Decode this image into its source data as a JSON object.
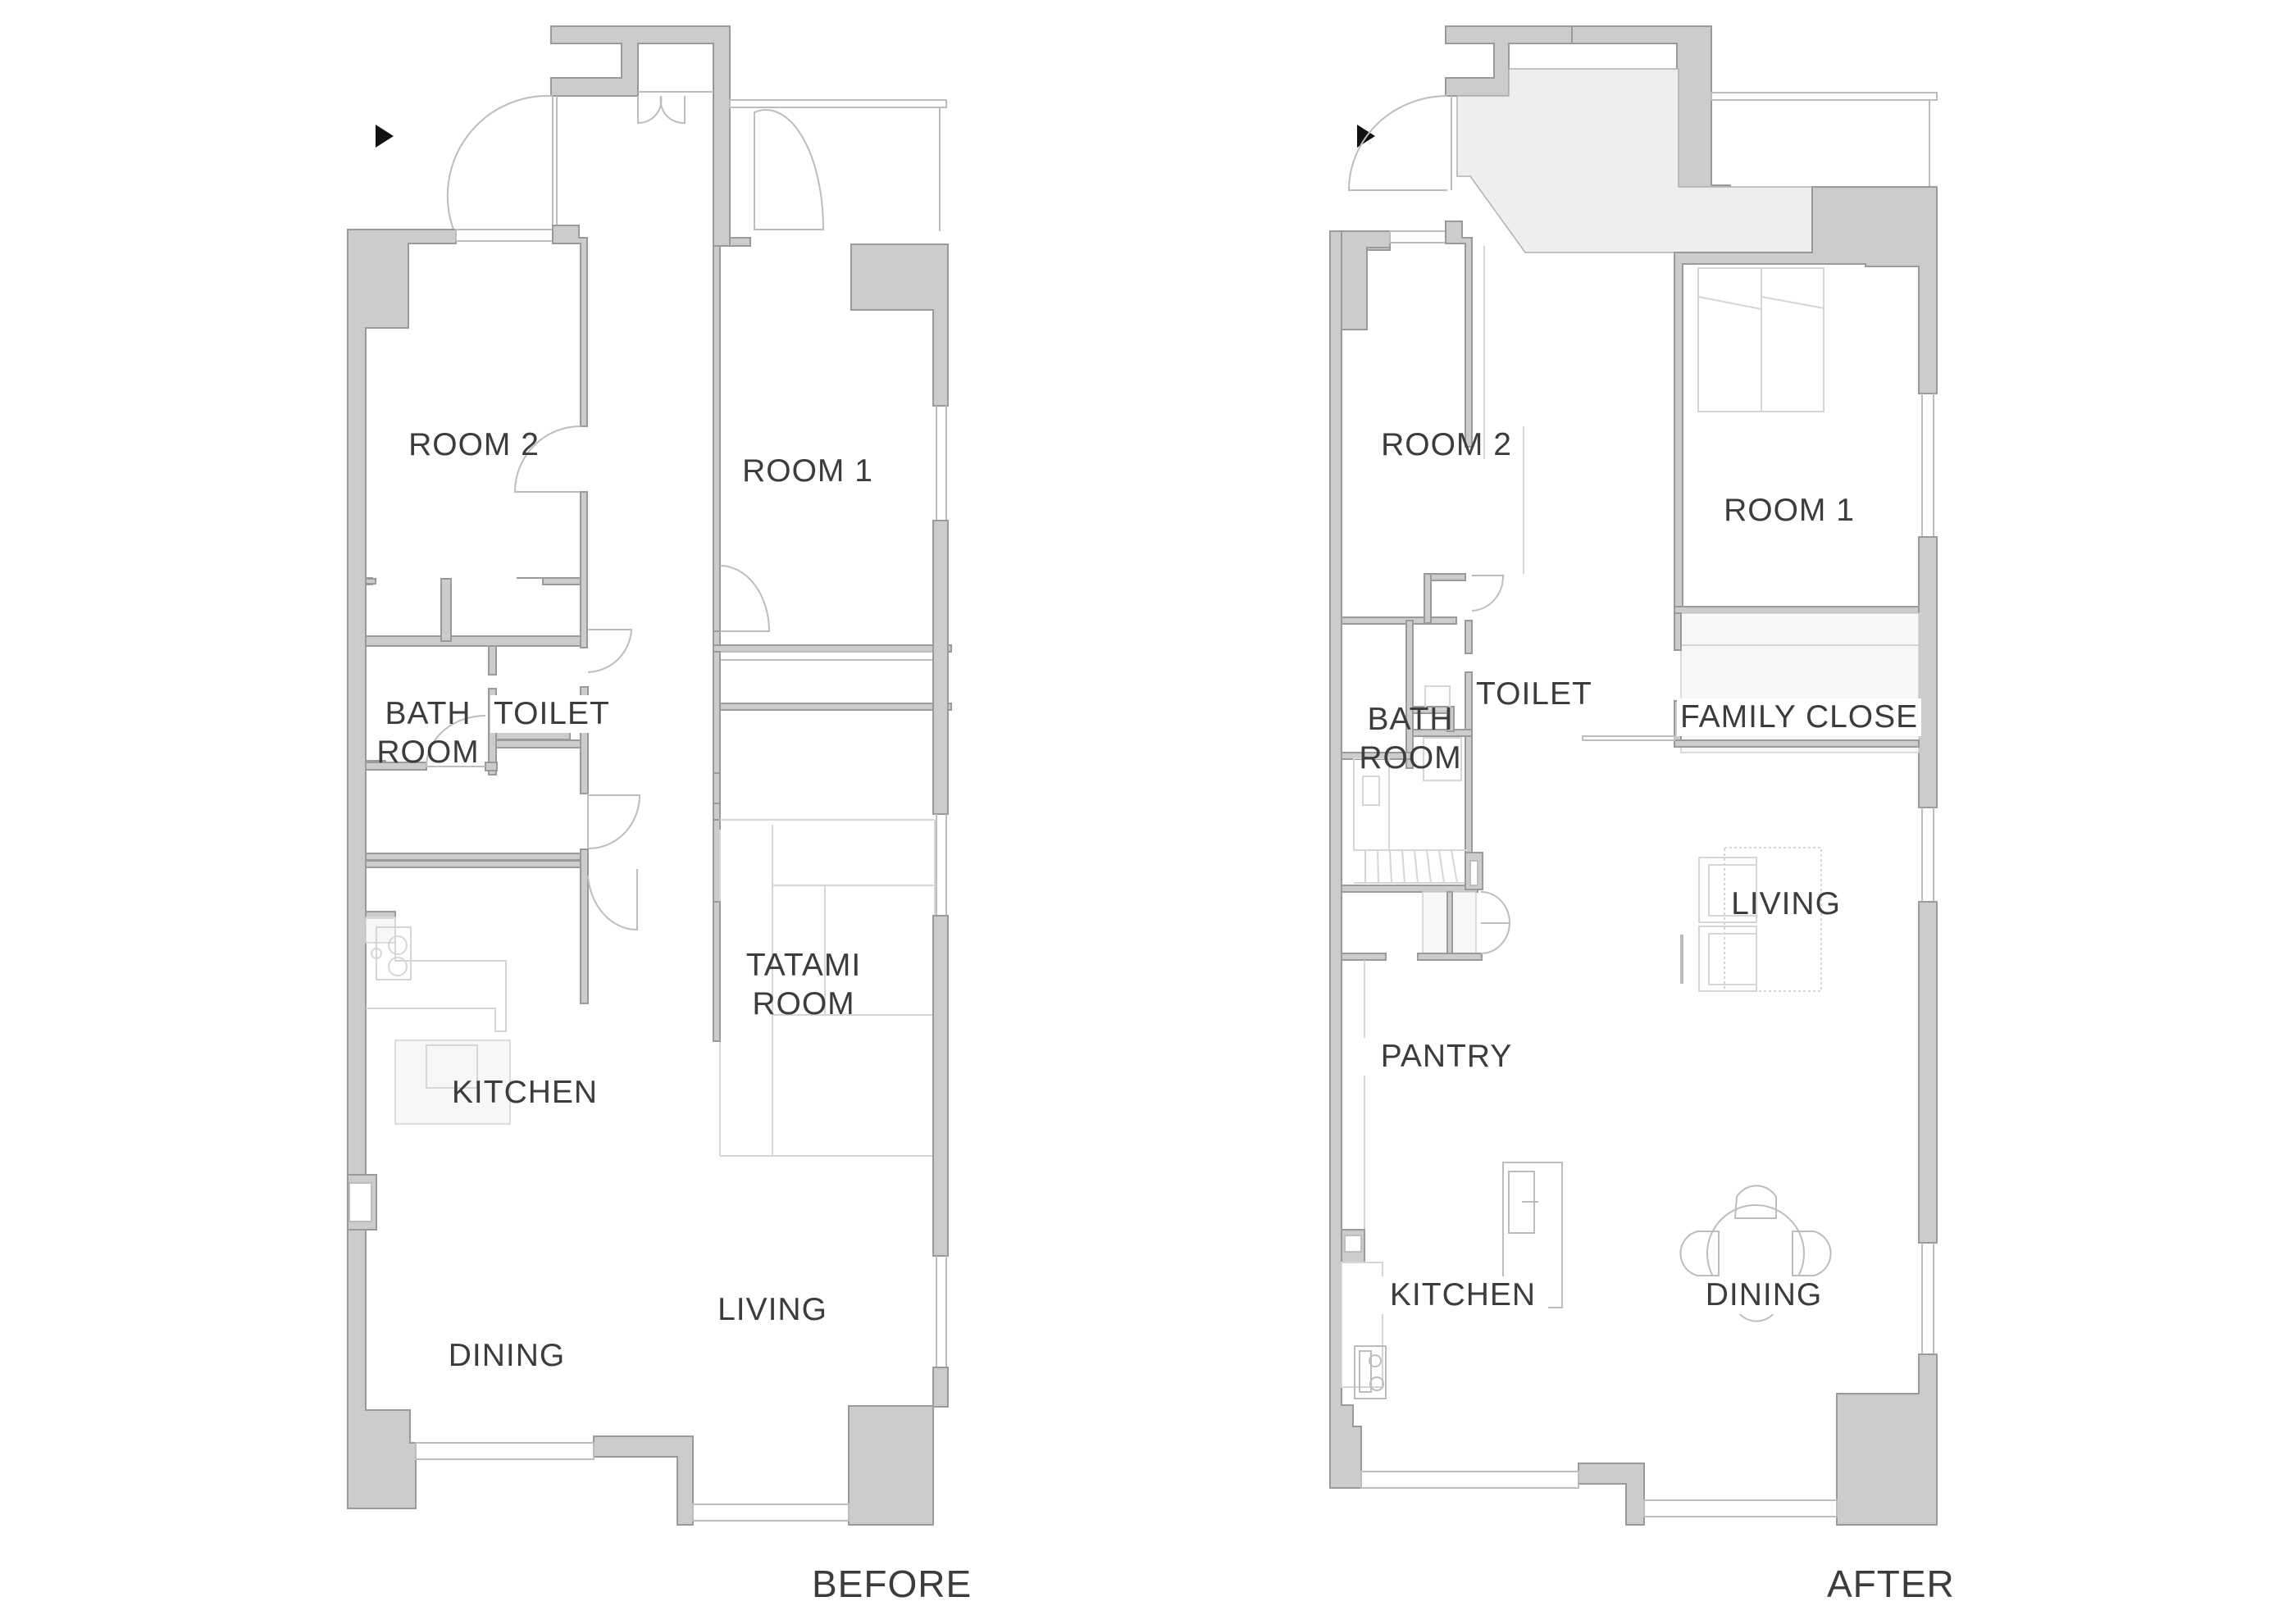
{
  "figure": {
    "before_title": "BEFORE",
    "after_title": "AFTER",
    "colors": {
      "wall_fill": "#cccccc",
      "wall_stroke": "#9a9a9a",
      "line": "#bdbdbd",
      "entry_hall_shade": "#eeeeee",
      "label_text": "#3c3c3c",
      "entrance_arrow": "#111111"
    },
    "icons": [
      "entrance-arrow-icon"
    ]
  },
  "before": {
    "rooms": {
      "room2": "ROOM 2",
      "room1": "ROOM 1",
      "bath_line1": "BATH",
      "bath_line2": "ROOM",
      "toilet": "TOILET",
      "tatami_line1": "TATAMI",
      "tatami_line2": "ROOM",
      "kitchen": "KITCHEN",
      "dining": "DINING",
      "living": "LIVING"
    }
  },
  "after": {
    "rooms": {
      "room2": "ROOM 2",
      "room1": "ROOM 1",
      "bath_line1": "BATH",
      "bath_line2": "ROOM",
      "toilet": "TOILET",
      "family_closet": "FAMILY CLOSE",
      "living": "LIVING",
      "pantry": "PANTRY",
      "kitchen": "KITCHEN",
      "dining": "DINING"
    }
  }
}
